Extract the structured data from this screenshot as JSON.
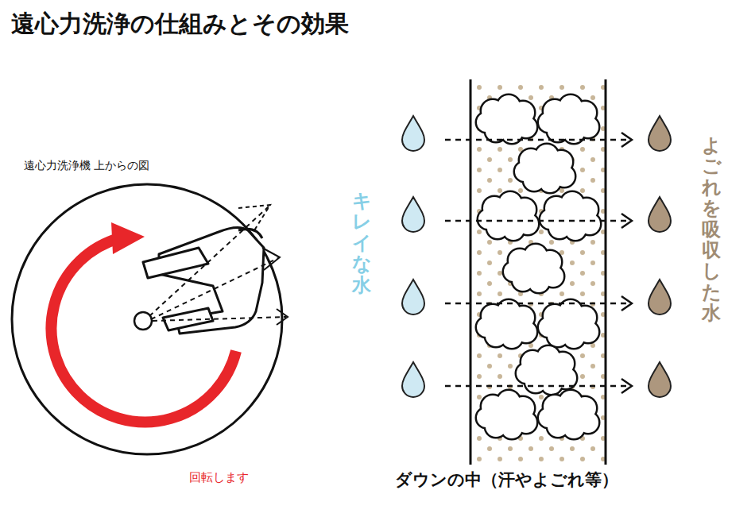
{
  "diagram": {
    "title": "遠心力洗浄の仕組みとその効果",
    "labels": [
      "遠心力洗浄機 上からの図",
      "回転します",
      "キレイな水",
      "よごれを吸収した水",
      "ダウンの中（汗やよごれ等）"
    ]
  }
}
